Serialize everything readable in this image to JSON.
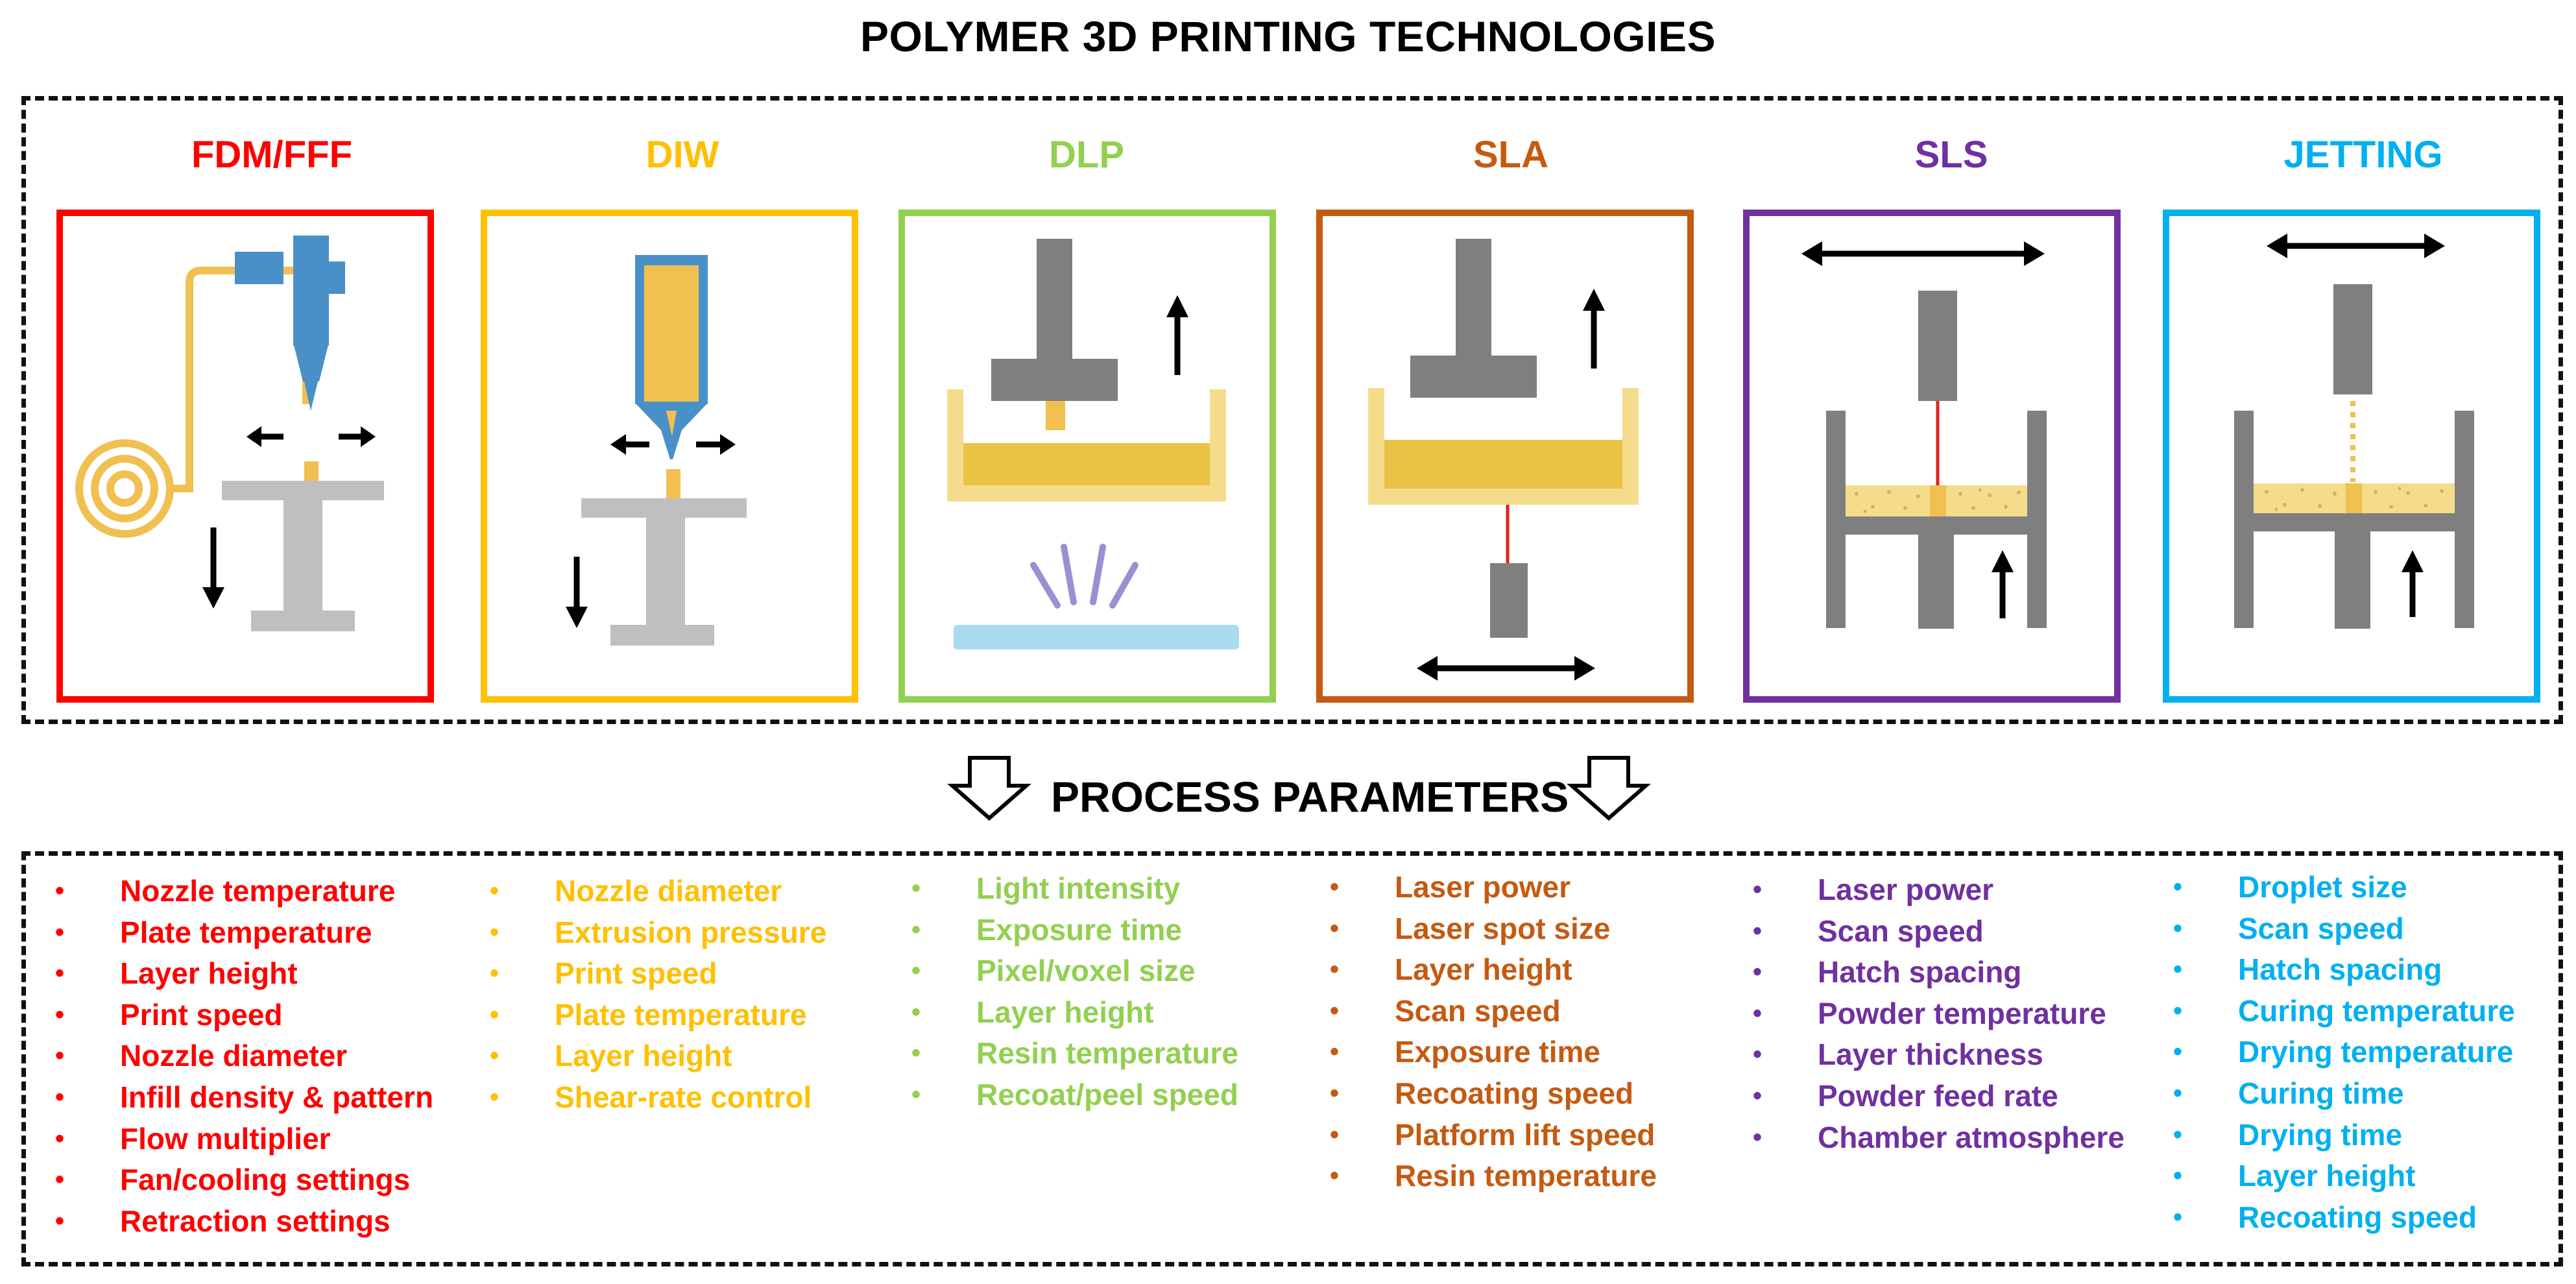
{
  "title": "POLYMER 3D PRINTING TECHNOLOGIES",
  "process_parameters_label": "PROCESS PARAMETERS",
  "colors": {
    "fdm": "#ff0000",
    "diw": "#ffc000",
    "dlp": "#92d050",
    "sla": "#c55a11",
    "sls": "#7030a0",
    "jetting": "#00b0f0",
    "nozzle_blue": "#4a90c8",
    "filament_gold": "#f0c050",
    "machine_gray": "#7f7f7f",
    "platform_gray": "#bfbfbf",
    "resin_light": "#f5dc8c",
    "resin_dark": "#eac246",
    "glass_blue": "#a9dcf0",
    "light_violet": "#9b8fd4"
  },
  "technologies": [
    {
      "name": "FDM/FFF",
      "icon": "fdm-printer-icon",
      "parameters": [
        "Nozzle temperature",
        "Plate temperature",
        "Layer height",
        "Print speed",
        "Nozzle diameter",
        "Infill density & pattern",
        "Flow multiplier",
        "Fan/cooling  settings",
        "Retraction settings"
      ]
    },
    {
      "name": "DIW",
      "icon": "diw-printer-icon",
      "parameters": [
        "Nozzle diameter",
        "Extrusion pressure",
        "Print speed",
        "Plate temperature",
        "Layer height",
        "Shear-rate control"
      ]
    },
    {
      "name": "DLP",
      "icon": "dlp-printer-icon",
      "parameters": [
        "Light intensity",
        "Exposure time",
        "Pixel/voxel size",
        "Layer height",
        "Resin temperature",
        "Recoat/peel speed"
      ]
    },
    {
      "name": "SLA",
      "icon": "sla-printer-icon",
      "parameters": [
        "Laser power",
        "Laser spot size",
        "Layer height",
        "Scan speed",
        "Exposure time",
        "Recoating speed",
        "Platform lift speed",
        "Resin temperature"
      ]
    },
    {
      "name": "SLS",
      "icon": "sls-printer-icon",
      "parameters": [
        "Laser power",
        "Scan speed",
        "Hatch spacing",
        "Powder temperature",
        "Layer thickness",
        "Powder feed rate",
        "Chamber atmosphere"
      ]
    },
    {
      "name": "JETTING",
      "icon": "jetting-printer-icon",
      "parameters": [
        "Droplet size",
        "Scan speed",
        "Hatch spacing",
        "Curing temperature",
        "Drying temperature",
        "Curing time",
        "Drying time",
        "Layer height",
        "Recoating speed"
      ]
    }
  ]
}
